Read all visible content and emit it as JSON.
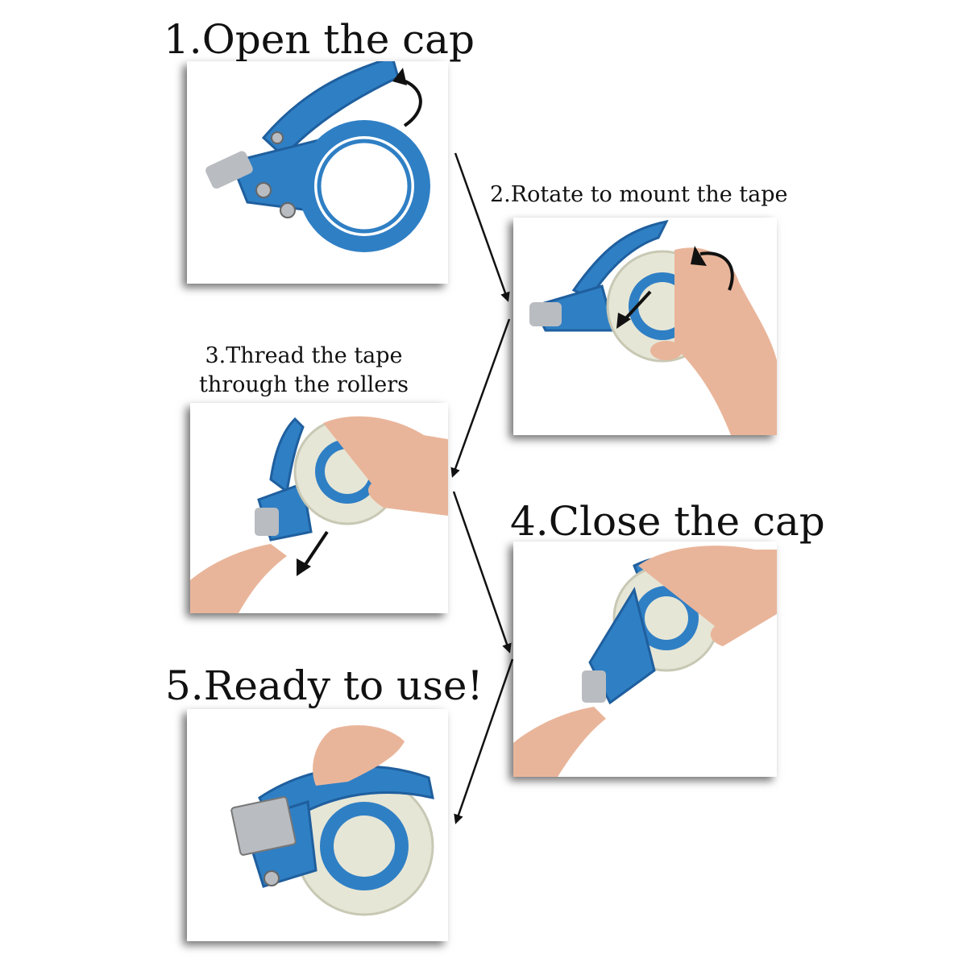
{
  "steps": [
    {
      "number": "1.",
      "text": "Open the cap"
    },
    {
      "number": "2.",
      "text": "Rotate to mount the tape"
    },
    {
      "number": "3.",
      "text": "Thread the tape",
      "text_line2": "through the rollers"
    },
    {
      "number": "4.",
      "text": "Close the cap"
    },
    {
      "number": "5.",
      "text": "Ready to use!"
    }
  ],
  "colors": {
    "dispenser_blue": "#2f7fc4",
    "dispenser_dark": "#1f5f9e",
    "tape_clear": "#e6e6d6",
    "skin": "#e9b59a",
    "metal": "#b9bcc0",
    "arrow": "#111111"
  },
  "icons": [
    "rotation-arrow-icon",
    "direction-arrow-icon",
    "flow-arrow-icon"
  ]
}
